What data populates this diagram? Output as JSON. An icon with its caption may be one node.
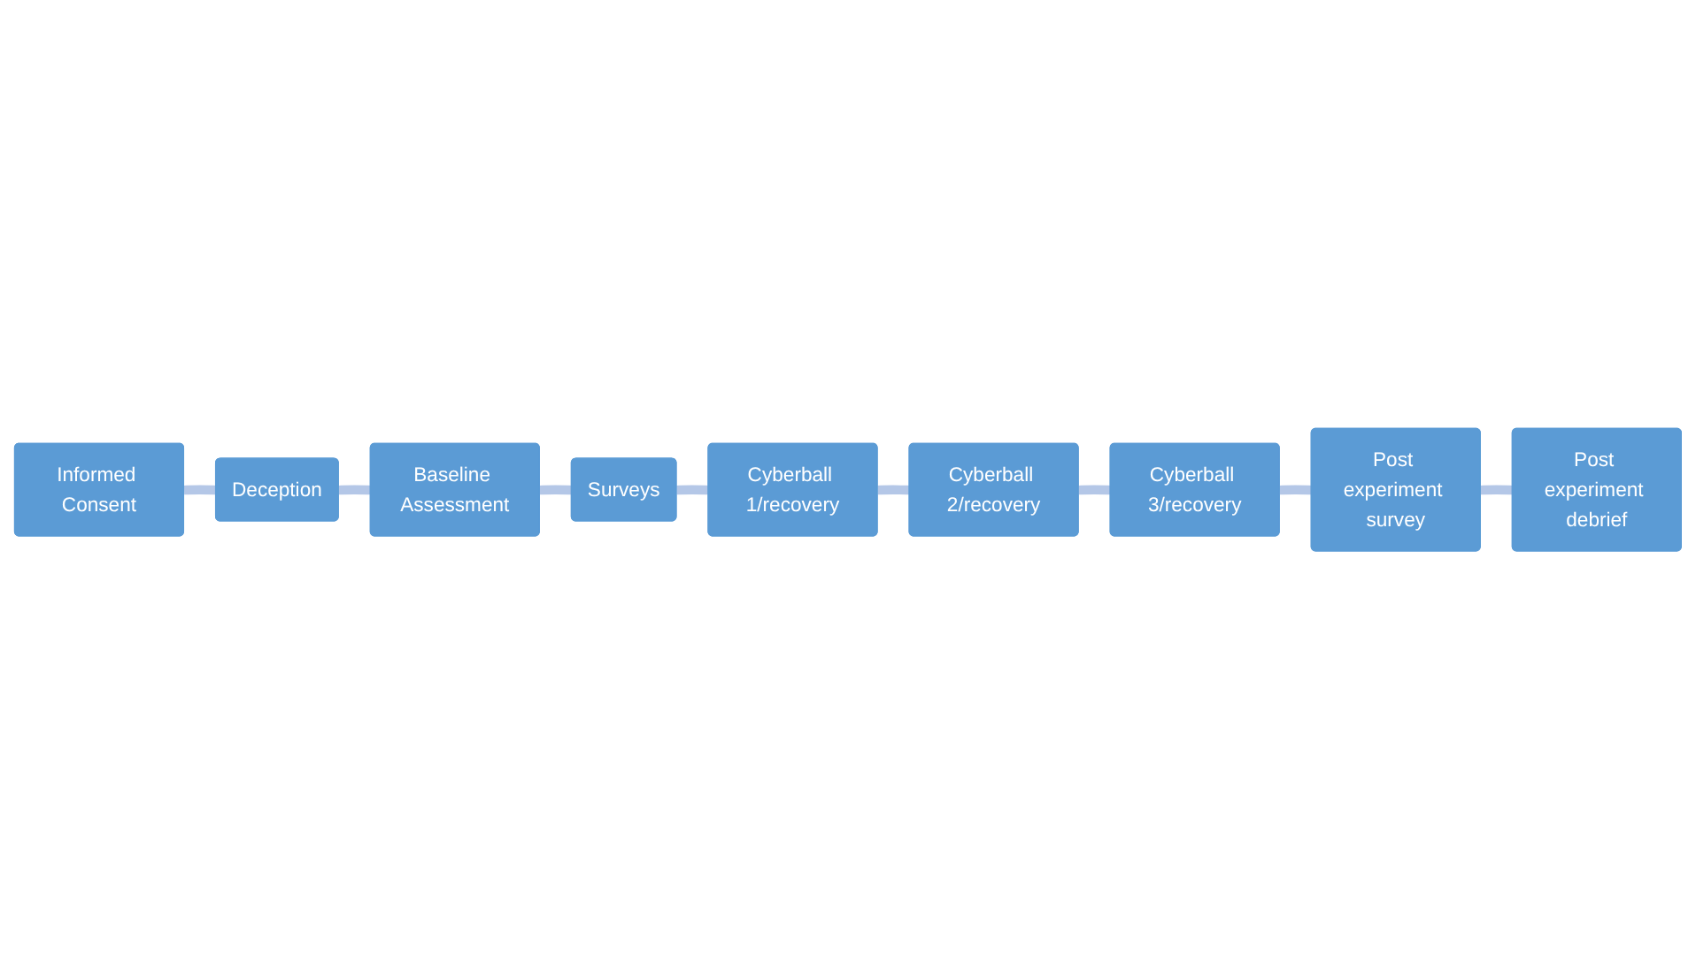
{
  "diagram": {
    "nodes": [
      {
        "text": [
          "Informed Consent"
        ]
      },
      {
        "text": [
          "Deception"
        ]
      },
      {
        "text": [
          "Baseline Assessment"
        ]
      },
      {
        "text": [
          "Surveys"
        ]
      },
      {
        "text": [
          "Cyberball 1/recovery"
        ]
      },
      {
        "text": [
          "Cyberball 2/recovery"
        ]
      },
      {
        "text": [
          "Cyberball 3/recovery"
        ]
      },
      {
        "text": [
          "Post experiment survey"
        ]
      },
      {
        "text": [
          "Post experiment debrief"
        ]
      }
    ],
    "edges": [
      {
        "from": 0,
        "to": 1,
        "arrow": "none"
      },
      {
        "from": 1,
        "to": 2,
        "arrow": "none"
      },
      {
        "from": 2,
        "to": 3,
        "arrow": "none"
      },
      {
        "from": 3,
        "to": 4,
        "arrow": "none"
      },
      {
        "from": 4,
        "to": 5,
        "arrow": "none"
      },
      {
        "from": 5,
        "to": 6,
        "arrow": "none"
      },
      {
        "from": 6,
        "to": 7,
        "arrow": "none"
      },
      {
        "from": 7,
        "to": 8,
        "arrow": "none"
      }
    ]
  }
}
